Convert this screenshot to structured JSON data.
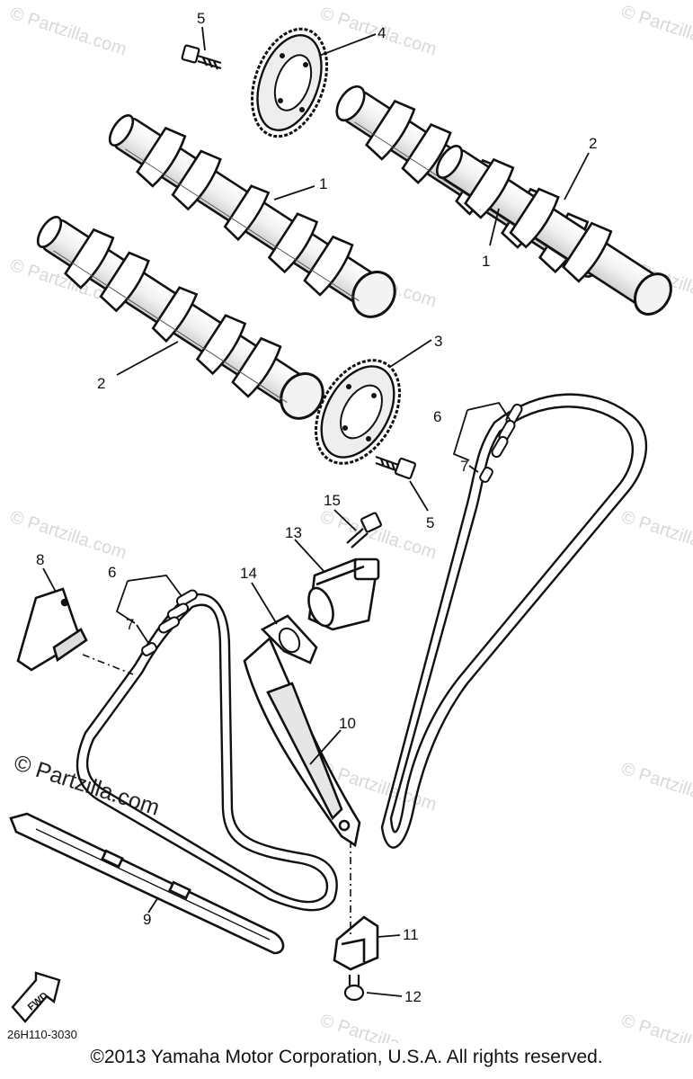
{
  "diagram": {
    "part_numbers": [
      "1",
      "1",
      "2",
      "2",
      "3",
      "4",
      "5",
      "5",
      "6",
      "6",
      "7",
      "7",
      "8",
      "9",
      "10",
      "11",
      "12",
      "13",
      "14",
      "15"
    ],
    "watermark_text": "© Partzilla.com",
    "watermark_main": "© Partzilla.com",
    "fwd_label": "FWD",
    "diagram_code": "26H110-3030"
  },
  "footer": {
    "copyright": "©2013 Yamaha Motor Corporation, U.S.A. All rights reserved."
  }
}
